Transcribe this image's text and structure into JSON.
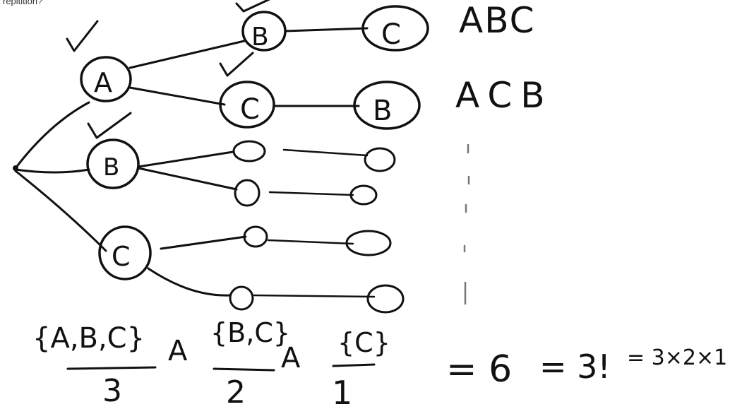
{
  "question_fragment": "repitition?",
  "tree": {
    "level1": [
      "A",
      "B",
      "C"
    ],
    "level2_under_A": [
      "B",
      "C"
    ],
    "level3_under_A": [
      "C",
      "B"
    ]
  },
  "permutations": [
    "ABC",
    "ACB"
  ],
  "fractions": [
    {
      "set": "{A,B,C}",
      "count": "3"
    },
    {
      "set": "{B,C}",
      "count": "2"
    },
    {
      "set": "{C}",
      "count": "1"
    }
  ],
  "operator": "A",
  "result": {
    "eq1": "= 6",
    "eq2": "= 3!",
    "eq3": "= 3×2×1"
  }
}
